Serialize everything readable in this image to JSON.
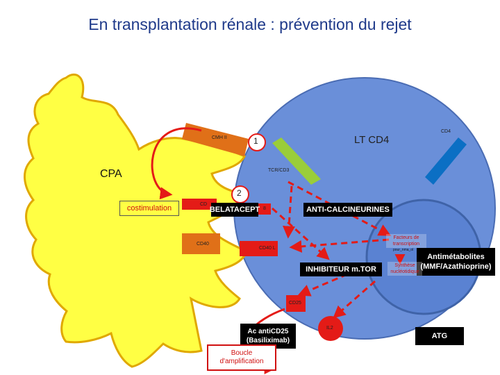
{
  "title": "En transplantation rénale : prévention du rejet",
  "cells": {
    "apc_label": "CPA",
    "tcell_label": "LT CD4"
  },
  "receptors": {
    "cmh2": "CMH II",
    "tcr": "TCR/CD3",
    "cd4": "CD4",
    "cd80": "CD",
    "cd28_frag": "8",
    "cd40": "CD40",
    "cd40l": "CD40 L",
    "cd25": "CD25",
    "il2": "IL2"
  },
  "steps": {
    "step1": "1",
    "step2": "2"
  },
  "labels": {
    "costimulation": "costimulation",
    "facteurs": "Facteurs de transcription",
    "facteurs_sub": "pour_nma_ol",
    "synthese": "Synthèse nucléotidique",
    "boucle": "Boucle d'amplification"
  },
  "drugs": {
    "belatacept": "BELATACEPT",
    "anticalcineurines": "ANTI-CALCINEURINES",
    "mtor": "INHIBITEUR m.TOR",
    "antimetabolites": "Antimétabolites (MMF/Azathioprine)",
    "anticd25": "Ac antiCD25 (Basiliximab)",
    "atg": "ATG"
  },
  "colors": {
    "title": "#1f3a8a",
    "apc": "#ffff44",
    "tcell": "#6a8fd9",
    "nucleus": "#5a82d2",
    "cmh": "#e07018",
    "tcr": "#9acd3a",
    "cd4": "#0b6fc4",
    "red": "#e41b17"
  }
}
